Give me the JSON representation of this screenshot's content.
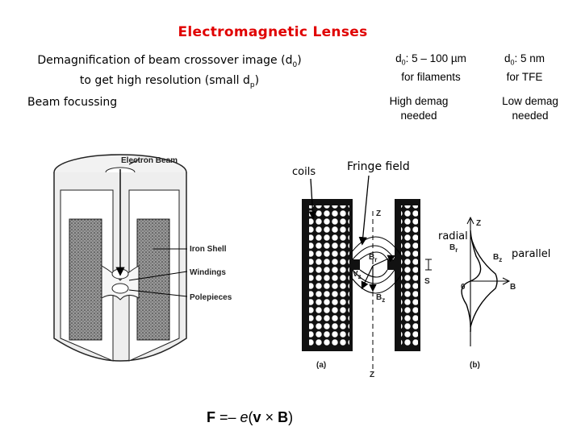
{
  "title": "Electromagnetic Lenses",
  "demag": {
    "line1_prefix": "Demagnification of beam crossover image (d",
    "line1_sub": "0",
    "line1_suffix": ")",
    "line2_prefix": "to get high resolution (small d",
    "line2_sub": "p",
    "line2_suffix": ")"
  },
  "beam_focussing": "Beam focussing",
  "filaments_note": {
    "d": "d",
    "sub": "0",
    "text": ": 5 – 100 µm",
    "line2": "for filaments"
  },
  "tfe_note": {
    "d": "d",
    "sub": "0",
    "text": ": 5 nm",
    "line2": "for TFE"
  },
  "high_demag": {
    "line1": "High demag",
    "line2": "needed"
  },
  "low_demag": {
    "line1": "Low demag",
    "line2": "needed"
  },
  "coils_label": "coils",
  "fringe_label": "Fringe field",
  "radial_label": "radial",
  "parallel_label": "parallel",
  "left_figure": {
    "electron_beam": "Electron Beam",
    "iron_shell": "Iron Shell",
    "windings": "Windings",
    "polepieces": "Polepieces"
  },
  "lens_figure": {
    "br": "B",
    "br_sub": "r",
    "vz": "V",
    "vz_sub": "z",
    "bz": "B",
    "bz_sub": "z",
    "z_top": "Z",
    "z_bottom": "Z",
    "s": "S",
    "a": "(a)"
  },
  "field_plot": {
    "z": "Z",
    "br": "B",
    "br_sub": "r",
    "bz": "B",
    "bz_sub": "z",
    "zero": "0",
    "b": "B",
    "b_label": "(b)"
  },
  "equation": {
    "f": "F",
    "eq": " =– ",
    "e": "e",
    "open": "(",
    "v": "v",
    "times": " × ",
    "b": "B",
    "close": ")"
  }
}
